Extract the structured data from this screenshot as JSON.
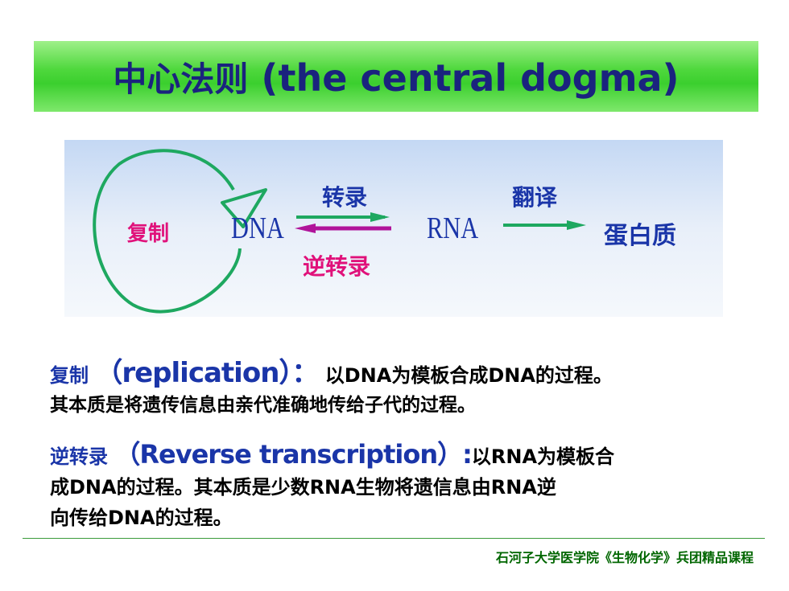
{
  "title": {
    "zh": "中心法则",
    "en": " (the central dogma)"
  },
  "diagram": {
    "replication": "复制",
    "dna": "DNA",
    "rna": "RNA",
    "protein": "蛋白质",
    "transcription": "转录",
    "reverse_transcription": "逆转录",
    "translation": "翻译",
    "colors": {
      "replication": "#e0117a",
      "nodes": "#1a35a8",
      "arrow_green": "#1ea860",
      "arrow_purple": "#b0149a"
    }
  },
  "para1": {
    "term": "复制 ",
    "en": "（replication）：",
    "line1_rest": " 以DNA为模板合成DNA的过程。",
    "line2": "其本质是将遗传信息由亲代准确地传给子代的过程。"
  },
  "para2": {
    "term": "逆转录 ",
    "en": "（Reverse  transcription）:",
    "line1_rest": "以RNA为模板合",
    "line2": "成DNA的过程。其本质是少数RNA生物将遗信息由RNA逆",
    "line3": "向传给DNA的过程。"
  },
  "footer": "石河子大学医学院《生物化学》兵团精品课程"
}
